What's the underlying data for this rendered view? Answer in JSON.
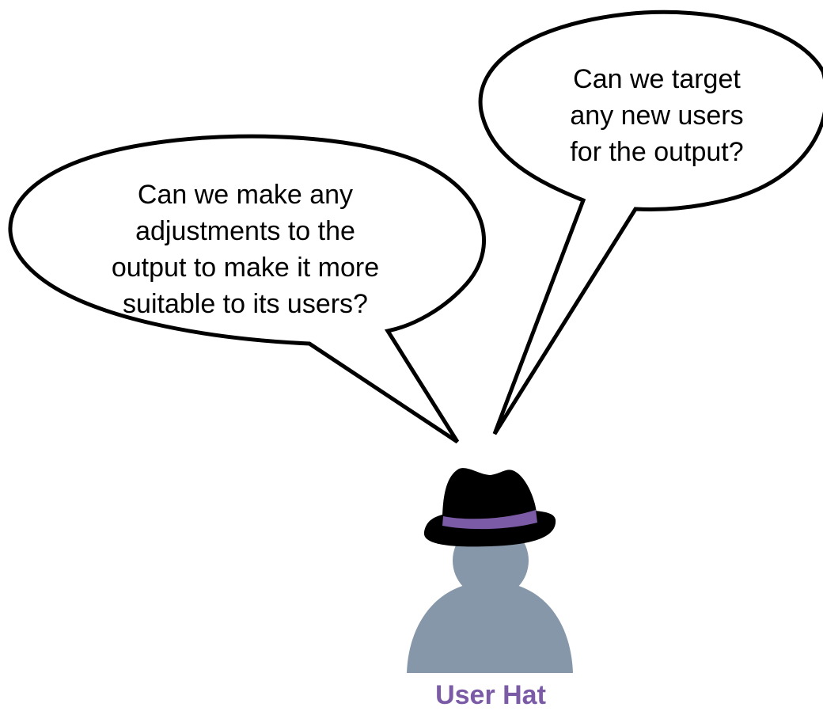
{
  "bubbles": {
    "left": {
      "lines": [
        "Can we make any",
        "adjustments to the",
        "output to make it more",
        "suitable to its users?"
      ]
    },
    "right": {
      "lines": [
        "Can we target",
        "any new users",
        "for the output?"
      ]
    }
  },
  "person": {
    "label": "User Hat",
    "label_color": "#7b5ba6",
    "body_color": "#8797aa",
    "hat_color": "#000000",
    "hat_band_color": "#7b5ba6",
    "icon": "person-with-fedora-icon"
  }
}
